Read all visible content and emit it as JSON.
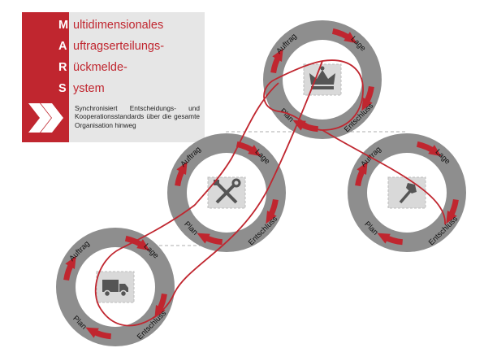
{
  "title": {
    "rows": [
      {
        "letter": "M",
        "rest": "ultidimensionales"
      },
      {
        "letter": "A",
        "rest": "uftragserteilungs-"
      },
      {
        "letter": "R",
        "rest": "ückmelde-"
      },
      {
        "letter": "S",
        "rest": "ystem"
      }
    ],
    "description": "Synchronisiert Entscheidungs- und Kooperationsstandards über die gesamte Organisation hinweg"
  },
  "cycle_labels": {
    "order": "Auftrag",
    "situation": "Lage",
    "decision": "Entschluss",
    "plan": "Plan"
  },
  "levels": [
    {
      "icon": "crown-icon"
    },
    {
      "icon": "tools-icon"
    },
    {
      "icon": "hammer-icon"
    },
    {
      "icon": "truck-icon"
    }
  ],
  "colors": {
    "accent": "#c0262f",
    "ring": "#8e8e8e",
    "panel": "#e6e6e6",
    "icon": "#555555"
  }
}
